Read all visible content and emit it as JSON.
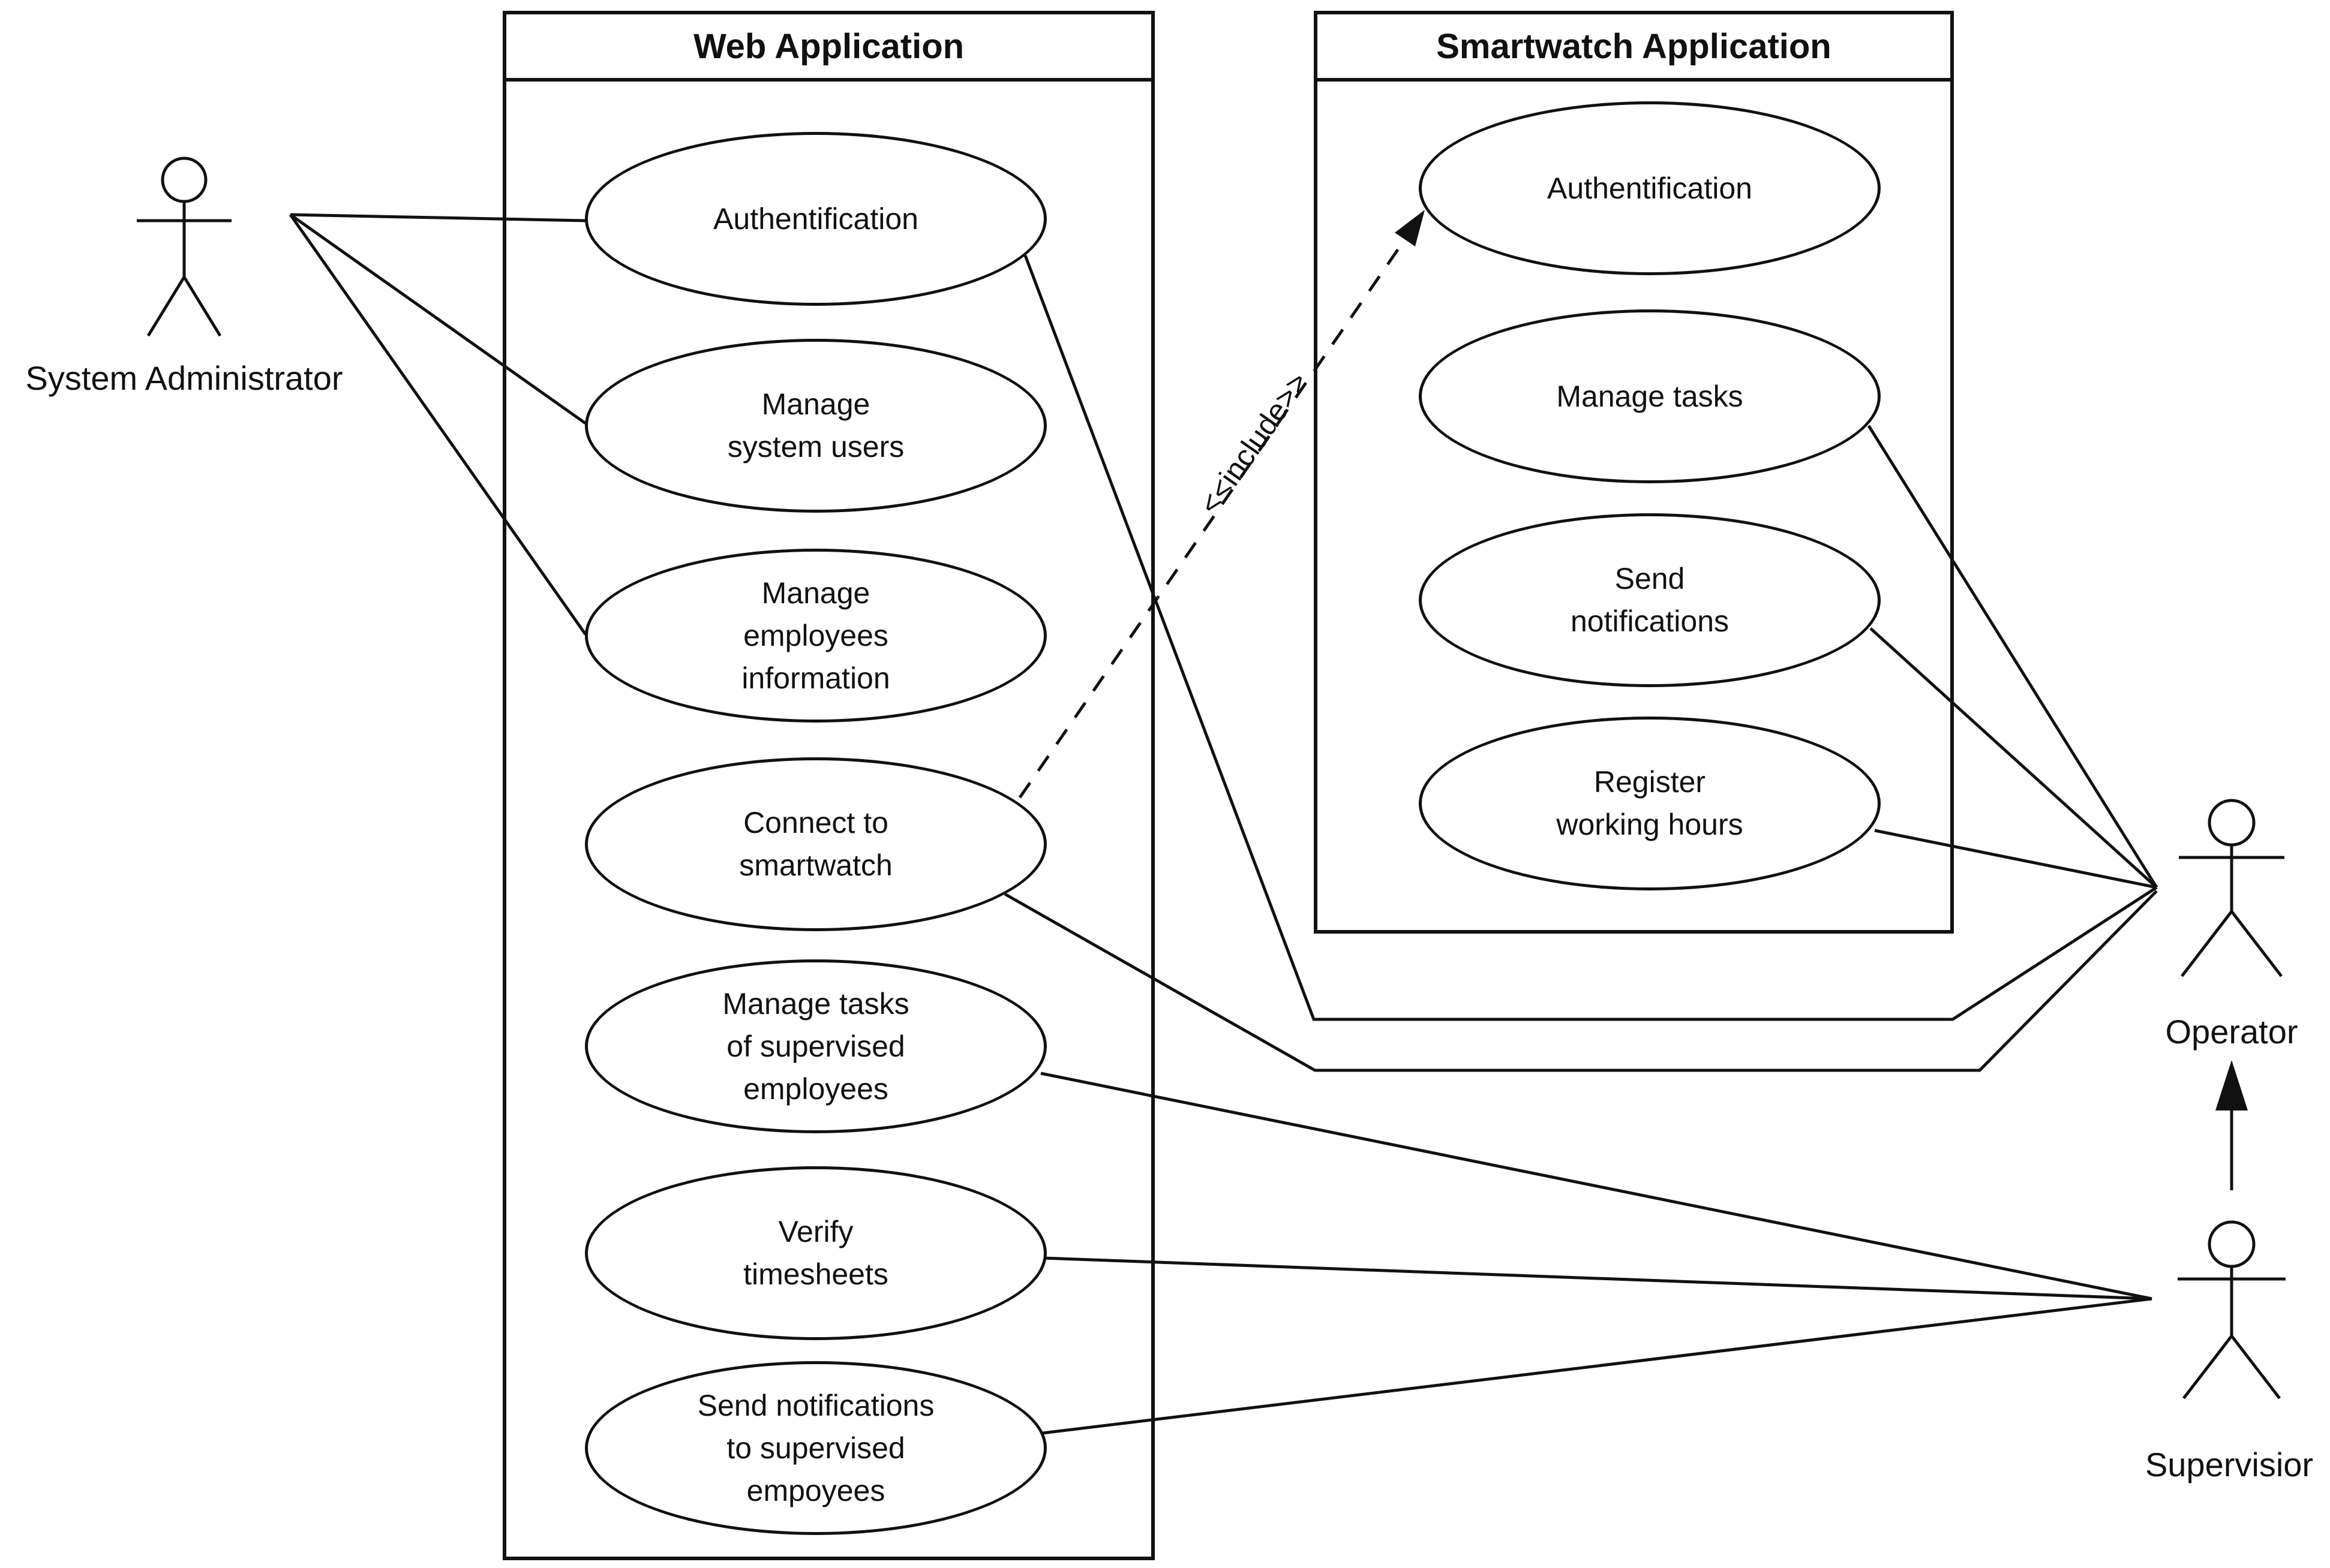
{
  "boxes": {
    "web": {
      "title": "Web Application",
      "use_cases": [
        "Authentification",
        "Manage\nsystem users",
        "Manage\nemployees\ninformation",
        "Connect to\nsmartwatch",
        "Manage tasks\nof supervised\nemployees",
        "Verify\ntimesheets",
        "Send notifications\nto supervised\nempoyees"
      ]
    },
    "smartwatch": {
      "title": "Smartwatch Application",
      "use_cases": [
        "Authentification",
        "Manage tasks",
        "Send\nnotifications",
        "Register\nworking hours"
      ]
    }
  },
  "actors": {
    "admin": "System Administrator",
    "operator": "Operator",
    "supervisor": "Supervisior"
  },
  "relationships": {
    "include_label": "<<include>>"
  },
  "colors": {
    "stroke": "#111111",
    "background": "#ffffff"
  }
}
